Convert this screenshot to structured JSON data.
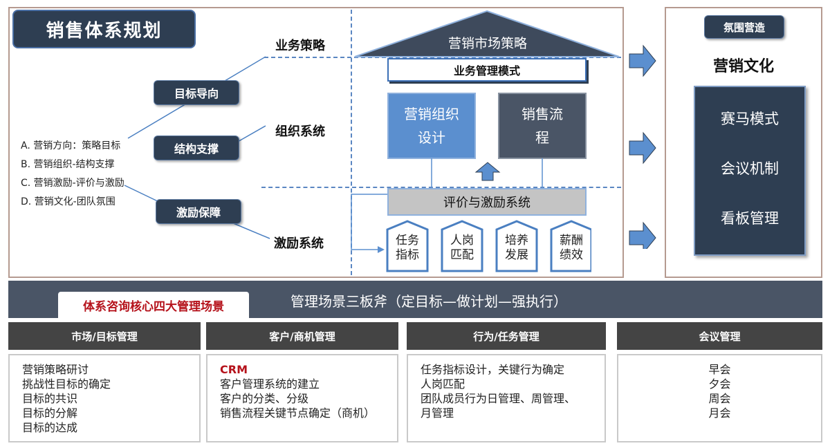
{
  "title": "销售体系规划",
  "objectives": [
    "A. 营销方向：策略目标",
    "B. 营销组织-结构支撑",
    "C. 营销激励-评价与激励",
    "D. 营销文化-团队氛围"
  ],
  "tags": {
    "target": "目标导向",
    "structure": "结构支撑",
    "incentive": "激励保障"
  },
  "layers": {
    "strategy": "业务策略",
    "org": "组织系统",
    "incentive": "激励系统"
  },
  "house": {
    "roof": "营销市场策略",
    "mode": "业务管理模式",
    "org_design": [
      "营销组织",
      "设计"
    ],
    "sales_flow": [
      "销售流",
      "程"
    ],
    "eval": "评价与激励系统",
    "pillars": [
      [
        "任务",
        "指标"
      ],
      [
        "人岗",
        "匹配"
      ],
      [
        "培养",
        "发展"
      ],
      [
        "薪酬",
        "绩效"
      ]
    ]
  },
  "culture": {
    "tag": "氛围营造",
    "heading": "营销文化",
    "items": [
      "赛马模式",
      "会议机制",
      "看板管理"
    ]
  },
  "banner": {
    "label": "体系咨询核心四大管理场景",
    "text": "管理场景三板斧（定目标—做计划—强执行）"
  },
  "sections": [
    {
      "title": "市场/目标管理",
      "highlight": "",
      "lines": [
        "营销策略研讨",
        "挑战性目标的确定",
        "目标的共识",
        "目标的分解",
        "目标的达成"
      ]
    },
    {
      "title": "客户/商机管理",
      "highlight": "CRM",
      "lines": [
        "客户管理系统的建立",
        "客户的分类、分级",
        "销售流程关键节点确定（商机）"
      ]
    },
    {
      "title": "行为/任务管理",
      "highlight": "",
      "lines": [
        "任务指标设计，关键行为确定",
        "人岗匹配",
        "团队成员行为日管理、周管理、",
        "月管理"
      ]
    },
    {
      "title": "会议管理",
      "highlight": "",
      "lines": [
        "早会",
        "夕会",
        "周会",
        "月会"
      ]
    }
  ],
  "colors": {
    "navy": "#2e3e52",
    "blue": "#5b8fcf",
    "accent_red": "#b5121b",
    "frame": "#b59a90"
  }
}
